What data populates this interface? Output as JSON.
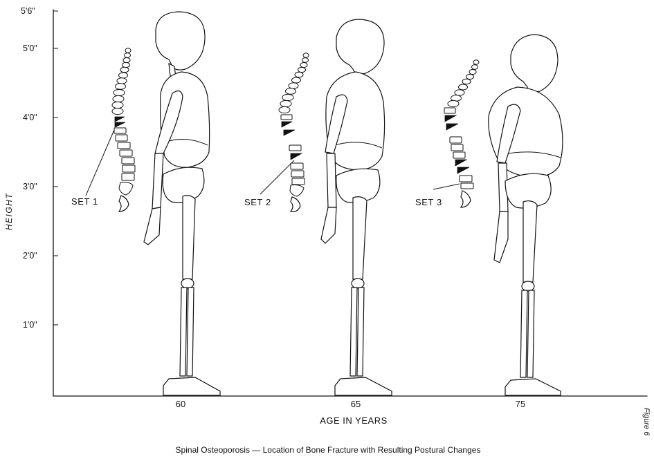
{
  "axis": {
    "y_label": "HEIGHT",
    "x_label": "AGE IN YEARS",
    "y_ticks": [
      "5'6\"",
      "5'0\"",
      "4'0\"",
      "3'0\"",
      "2'0\"",
      "1'0\""
    ],
    "x_ticks": [
      "60",
      "65",
      "75"
    ]
  },
  "figures": [
    {
      "age": "60",
      "set_label": "SET 1",
      "fractured_vertebrae": 2
    },
    {
      "age": "65",
      "set_label": "SET 2",
      "fractured_vertebrae": 3
    },
    {
      "age": "75",
      "set_label": "SET 3",
      "fractured_vertebrae": 4
    }
  ],
  "caption": "Spinal Osteoporosis — Location of Bone Fracture with Resulting Postural Changes",
  "margin_note": "Figure 6",
  "colors": {
    "ink": "#111111",
    "background": "#ffffff"
  }
}
